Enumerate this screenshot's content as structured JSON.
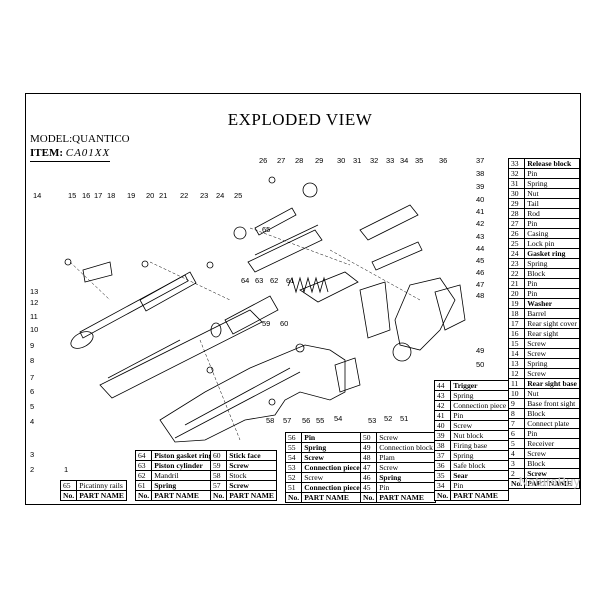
{
  "header": {
    "title": "EXPLODED VIEW",
    "model": "MODEL:QUANTICO",
    "item_label": "ITEM:",
    "item_code": "CA01XX"
  },
  "watermark": "NaturaBuy",
  "callouts": [
    {
      "n": "14"
    },
    {
      "n": "15"
    },
    {
      "n": "16"
    },
    {
      "n": "17"
    },
    {
      "n": "18"
    },
    {
      "n": "19"
    },
    {
      "n": "20"
    },
    {
      "n": "21"
    },
    {
      "n": "22"
    },
    {
      "n": "23"
    },
    {
      "n": "24"
    },
    {
      "n": "25"
    },
    {
      "n": "26"
    },
    {
      "n": "27"
    },
    {
      "n": "28"
    },
    {
      "n": "29"
    },
    {
      "n": "30"
    },
    {
      "n": "31"
    },
    {
      "n": "32"
    },
    {
      "n": "33"
    },
    {
      "n": "34"
    },
    {
      "n": "35"
    },
    {
      "n": "36"
    },
    {
      "n": "37"
    },
    {
      "n": "38"
    },
    {
      "n": "39"
    },
    {
      "n": "40"
    },
    {
      "n": "41"
    },
    {
      "n": "42"
    },
    {
      "n": "43"
    },
    {
      "n": "44"
    },
    {
      "n": "45"
    },
    {
      "n": "46"
    },
    {
      "n": "47"
    },
    {
      "n": "48"
    },
    {
      "n": "49"
    },
    {
      "n": "50"
    },
    {
      "n": "13"
    },
    {
      "n": "12"
    },
    {
      "n": "11"
    },
    {
      "n": "10"
    },
    {
      "n": "9"
    },
    {
      "n": "8"
    },
    {
      "n": "7"
    },
    {
      "n": "6"
    },
    {
      "n": "5"
    },
    {
      "n": "4"
    },
    {
      "n": "3"
    },
    {
      "n": "2"
    },
    {
      "n": "1"
    },
    {
      "n": "65"
    },
    {
      "n": "64"
    },
    {
      "n": "63"
    },
    {
      "n": "62"
    },
    {
      "n": "61"
    },
    {
      "n": "60"
    },
    {
      "n": "59"
    },
    {
      "n": "58"
    },
    {
      "n": "57"
    },
    {
      "n": "56"
    },
    {
      "n": "55"
    },
    {
      "n": "54"
    },
    {
      "n": "53"
    },
    {
      "n": "52"
    },
    {
      "n": "51"
    }
  ],
  "tables": {
    "t1": {
      "rows": [
        {
          "no": "65",
          "name": "Picatinny rails"
        }
      ],
      "header": {
        "no": "No.",
        "name": "PART NAME"
      }
    },
    "t2": {
      "rows": [
        {
          "no": "64",
          "name": "Piston gasket ring",
          "bold": true
        },
        {
          "no": "63",
          "name": "Piston cylinder",
          "bold": true
        },
        {
          "no": "62",
          "name": "Mandril"
        },
        {
          "no": "61",
          "name": "Spring",
          "bold": true
        }
      ],
      "header": {
        "no": "No.",
        "name": "PART NAME"
      }
    },
    "t3": {
      "rows": [
        {
          "no": "60",
          "name": "Stick face",
          "bold": true
        },
        {
          "no": "59",
          "name": "Screw",
          "bold": true
        },
        {
          "no": "58",
          "name": "Stock"
        },
        {
          "no": "57",
          "name": "Screw",
          "bold": true
        }
      ],
      "header": {
        "no": "No.",
        "name": "PART NAME"
      }
    },
    "t4": {
      "rows": [
        {
          "no": "56",
          "name": "Pin",
          "bold": true
        },
        {
          "no": "55",
          "name": "Spring",
          "bold": true
        },
        {
          "no": "54",
          "name": "Screw",
          "bold": true
        },
        {
          "no": "53",
          "name": "Connection piece",
          "bold": true
        },
        {
          "no": "52",
          "name": "Screw"
        },
        {
          "no": "51",
          "name": "Connection piece",
          "bold": true
        }
      ],
      "header": {
        "no": "No.",
        "name": "PART NAME"
      }
    },
    "t5": {
      "rows": [
        {
          "no": "50",
          "name": "Screw"
        },
        {
          "no": "49",
          "name": "Connection block"
        },
        {
          "no": "48",
          "name": "Plam"
        },
        {
          "no": "47",
          "name": "Screw"
        },
        {
          "no": "46",
          "name": "Spring",
          "bold": true
        },
        {
          "no": "45",
          "name": "Pin"
        }
      ],
      "header": {
        "no": "No.",
        "name": "PART NAME"
      }
    },
    "t6": {
      "rows": [
        {
          "no": "44",
          "name": "Trigger",
          "bold": true
        },
        {
          "no": "43",
          "name": "Spring"
        },
        {
          "no": "42",
          "name": "Connection piece"
        },
        {
          "no": "41",
          "name": "Pin"
        },
        {
          "no": "40",
          "name": "Screw"
        },
        {
          "no": "39",
          "name": "Nut block"
        },
        {
          "no": "38",
          "name": "Firing base"
        },
        {
          "no": "37",
          "name": "Spring"
        },
        {
          "no": "36",
          "name": "Safe block"
        },
        {
          "no": "35",
          "name": "Sear",
          "bold": true
        },
        {
          "no": "34",
          "name": "Pin"
        }
      ],
      "header": {
        "no": "No.",
        "name": "PART NAME"
      }
    },
    "t7": {
      "rows": [
        {
          "no": "33",
          "name": "Release block",
          "bold": true
        },
        {
          "no": "32",
          "name": "Pin"
        },
        {
          "no": "31",
          "name": "Spring"
        },
        {
          "no": "30",
          "name": "Nut"
        },
        {
          "no": "29",
          "name": "Tail"
        },
        {
          "no": "28",
          "name": "Rod"
        },
        {
          "no": "27",
          "name": "Pin"
        },
        {
          "no": "26",
          "name": "Casing"
        },
        {
          "no": "25",
          "name": "Lock pin"
        },
        {
          "no": "24",
          "name": "Gasket ring",
          "bold": true
        },
        {
          "no": "23",
          "name": "Spring"
        },
        {
          "no": "22",
          "name": "Block"
        },
        {
          "no": "21",
          "name": "Pin"
        },
        {
          "no": "20",
          "name": "Pin"
        },
        {
          "no": "19",
          "name": "Washer",
          "bold": true
        },
        {
          "no": "18",
          "name": "Barrel"
        },
        {
          "no": "17",
          "name": "Rear sight cover"
        },
        {
          "no": "16",
          "name": "Rear sight"
        },
        {
          "no": "15",
          "name": "Screw"
        },
        {
          "no": "14",
          "name": "Screw"
        },
        {
          "no": "13",
          "name": "Spring"
        },
        {
          "no": "12",
          "name": "Screw"
        },
        {
          "no": "11",
          "name": "Rear sight base",
          "bold": true
        },
        {
          "no": "10",
          "name": "Nut"
        },
        {
          "no": "9",
          "name": "Base front sight"
        },
        {
          "no": "8",
          "name": "Block"
        },
        {
          "no": "7",
          "name": "Connect plate"
        },
        {
          "no": "6",
          "name": "Pin"
        },
        {
          "no": "5",
          "name": "Receiver"
        },
        {
          "no": "4",
          "name": "Screw"
        },
        {
          "no": "3",
          "name": "Block"
        },
        {
          "no": "2",
          "name": "Screw",
          "bold": true
        }
      ],
      "header": {
        "no": "No.",
        "name": "PART NAME"
      }
    }
  }
}
